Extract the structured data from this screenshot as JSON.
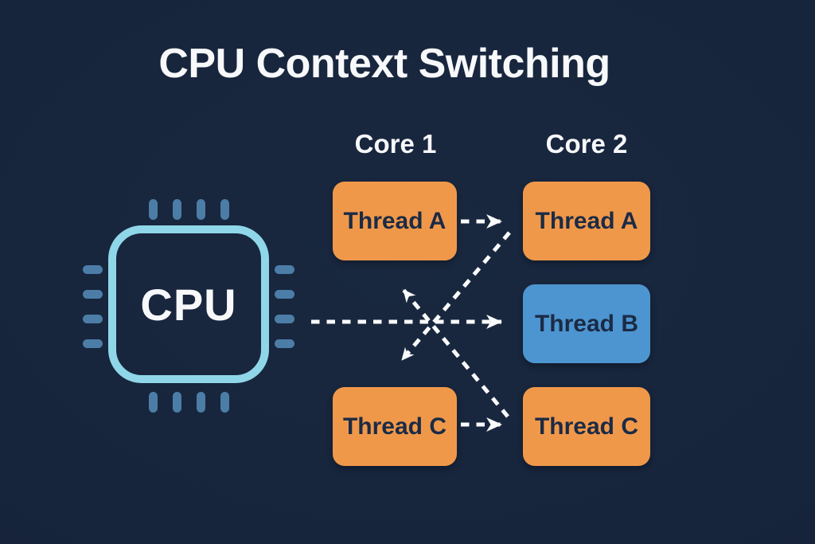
{
  "title": "CPU Context Switching",
  "colors": {
    "background": "#16243c",
    "title": "#f7f8fa",
    "orange": "#f0984a",
    "blue": "#4d95d0",
    "boxText": "#1b2b45",
    "chipOutline": "#8fd6e8",
    "chipPin": "#4b7da7",
    "arrow": "#fafbfc"
  },
  "cpu": {
    "label": "CPU",
    "icon": "cpu-chip-icon"
  },
  "cores": [
    {
      "label": "Core 1",
      "threads": [
        {
          "label": "Thread A",
          "color": "orange"
        },
        {
          "label": "Thread C",
          "color": "orange"
        }
      ]
    },
    {
      "label": "Core 2",
      "threads": [
        {
          "label": "Thread A",
          "color": "orange"
        },
        {
          "label": "Thread B",
          "color": "blue"
        },
        {
          "label": "Thread C",
          "color": "orange"
        }
      ]
    }
  ],
  "arrows": [
    {
      "from": "core1-thread-a",
      "to": "core2-thread-a",
      "style": "dashed"
    },
    {
      "from": "cpu",
      "to": "core2-thread-b",
      "style": "dashed"
    },
    {
      "from": "core1-thread-c",
      "to": "core2-thread-c",
      "style": "dashed"
    },
    {
      "from": "core2-thread-a-area",
      "to": "core1-thread-c-top",
      "style": "dashed"
    },
    {
      "from": "core2-thread-c-area",
      "to": "core1-thread-a-bottom",
      "style": "dashed"
    }
  ]
}
